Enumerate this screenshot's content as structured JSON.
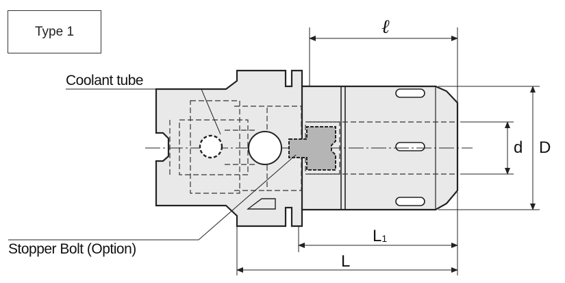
{
  "type_label": "Type 1",
  "callouts": {
    "coolant_tube": "Coolant tube",
    "stopper_bolt": "Stopper Bolt (Option)"
  },
  "dimensions": {
    "ell": "ℓ",
    "d": "d",
    "D": "D",
    "L1_main": "L",
    "L1_sub": "1",
    "L": "L"
  },
  "colors": {
    "body_fill": "#e9e9e9",
    "bolt_fill": "#b5b5b5",
    "outline": "#222222"
  }
}
